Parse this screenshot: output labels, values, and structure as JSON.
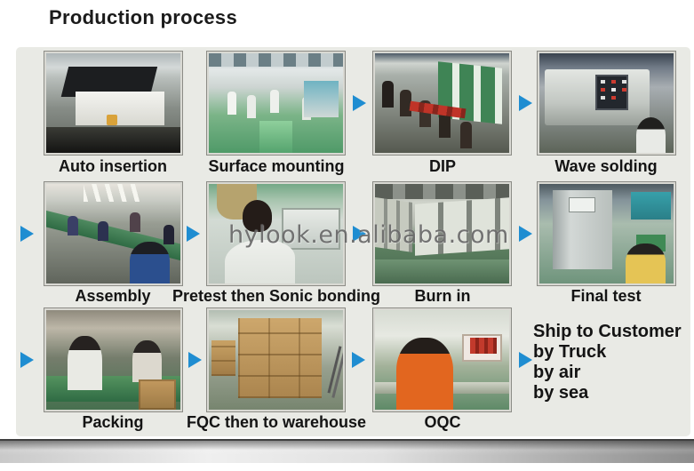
{
  "title": "Production process",
  "watermark": "hylook.en.alibaba.com",
  "colors": {
    "arrow": "#1f8dd1",
    "panel": "#e9eae5",
    "label": "#141414"
  },
  "rows": [
    {
      "steps": [
        {
          "label": "Auto insertion",
          "alt": "auto insertion machine on production floor"
        },
        {
          "label": "Surface mounting",
          "alt": "SMT workshop with workers in white"
        },
        {
          "label": "DIP",
          "alt": "DIP assembly line with operators"
        },
        {
          "label": "Wave solding",
          "alt": "wave soldering machine with control panel"
        }
      ]
    },
    {
      "steps": [
        {
          "label": "Assembly",
          "alt": "assembly conveyor line with workers"
        },
        {
          "label": "Pretest then Sonic bonding",
          "alt": "operators at pretest and sonic bonding station"
        },
        {
          "label": "Burn in",
          "alt": "burn-in room corridor with doors"
        },
        {
          "label": "Final test",
          "alt": "final test cabinet and operator"
        }
      ]
    },
    {
      "steps": [
        {
          "label": "Packing",
          "alt": "workers packing products at green table"
        },
        {
          "label": "FQC then to warehouse",
          "alt": "pallet stack of cardboard cartons"
        },
        {
          "label": "OQC",
          "alt": "inspector in orange at OQC bench"
        }
      ],
      "ship": [
        "Ship to Customer",
        "by Truck",
        "by air",
        "by sea"
      ]
    }
  ]
}
